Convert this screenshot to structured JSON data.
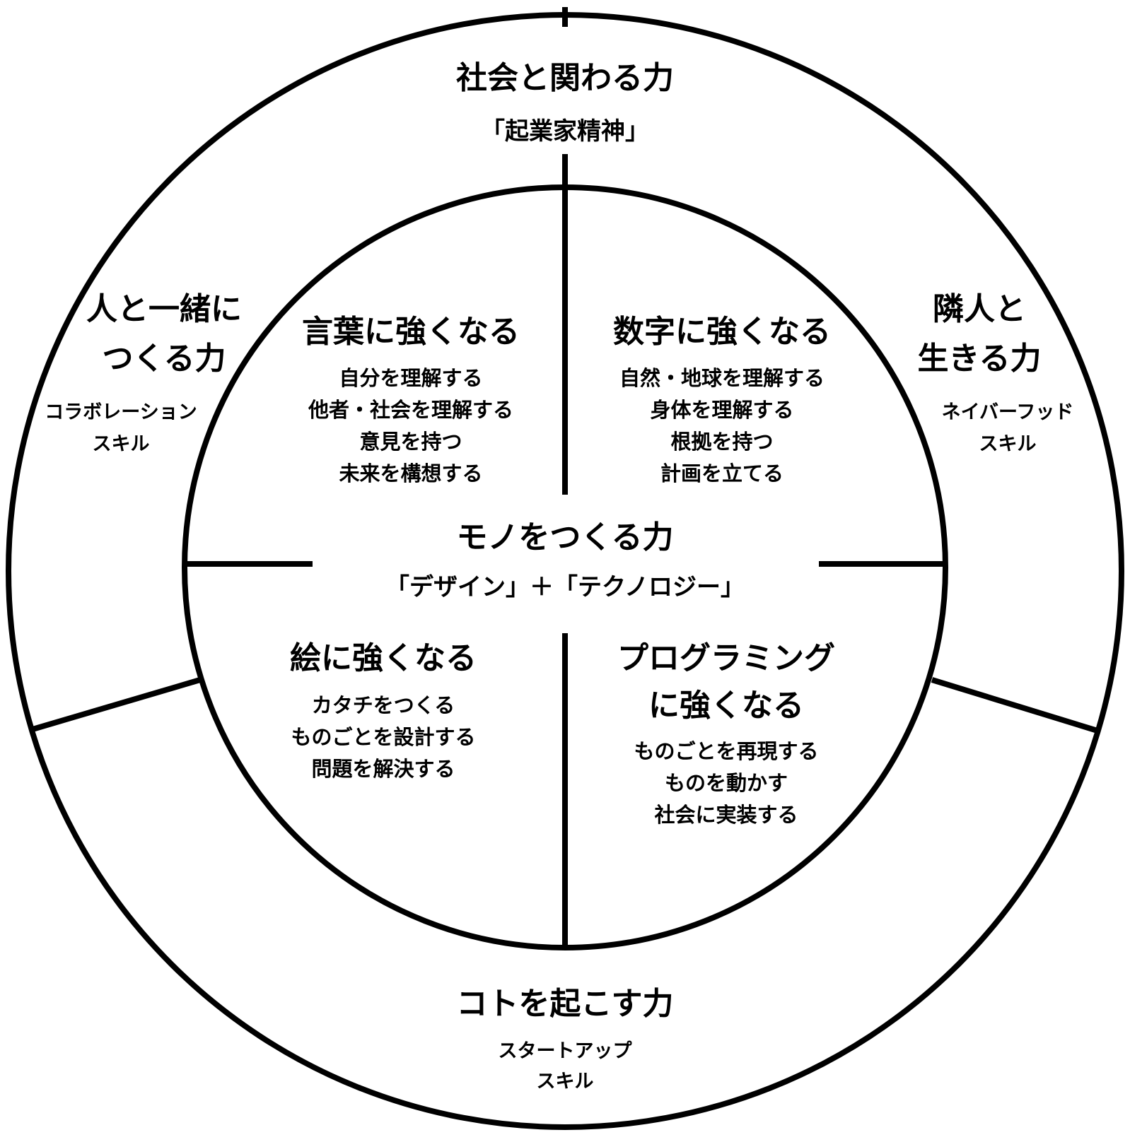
{
  "colors": {
    "stroke": "#000000",
    "background": "#ffffff"
  },
  "outer": {
    "top": {
      "title": "社会と関わる力",
      "subtitle": "「起業家精神」"
    },
    "left": {
      "title_lines": [
        "人と一緒に",
        "つくる力"
      ],
      "sub_lines": [
        "コラボレーション",
        "スキル"
      ]
    },
    "right": {
      "title_lines": [
        "隣人と",
        "生きる力"
      ],
      "sub_lines": [
        "ネイバーフッド",
        "スキル"
      ]
    },
    "bottom": {
      "title": "コトを起こす力",
      "sub_lines": [
        "スタートアップ",
        "スキル"
      ]
    }
  },
  "center": {
    "title": "モノをつくる力",
    "subtitle": "「デザイン」＋「テクノロジー」"
  },
  "quadrants": {
    "top_left": {
      "title": "言葉に強くなる",
      "items": [
        "自分を理解する",
        "他者・社会を理解する",
        "意見を持つ",
        "未来を構想する"
      ]
    },
    "top_right": {
      "title": "数字に強くなる",
      "items": [
        "自然・地球を理解する",
        "身体を理解する",
        "根拠を持つ",
        "計画を立てる"
      ]
    },
    "bottom_left": {
      "title": "絵に強くなる",
      "items": [
        "カタチをつくる",
        "ものごとを設計する",
        "問題を解決する"
      ]
    },
    "bottom_right": {
      "title_lines": [
        "プログラミング",
        "に強くなる"
      ],
      "items": [
        "ものごとを再現する",
        "ものを動かす",
        "社会に実装する"
      ]
    }
  }
}
